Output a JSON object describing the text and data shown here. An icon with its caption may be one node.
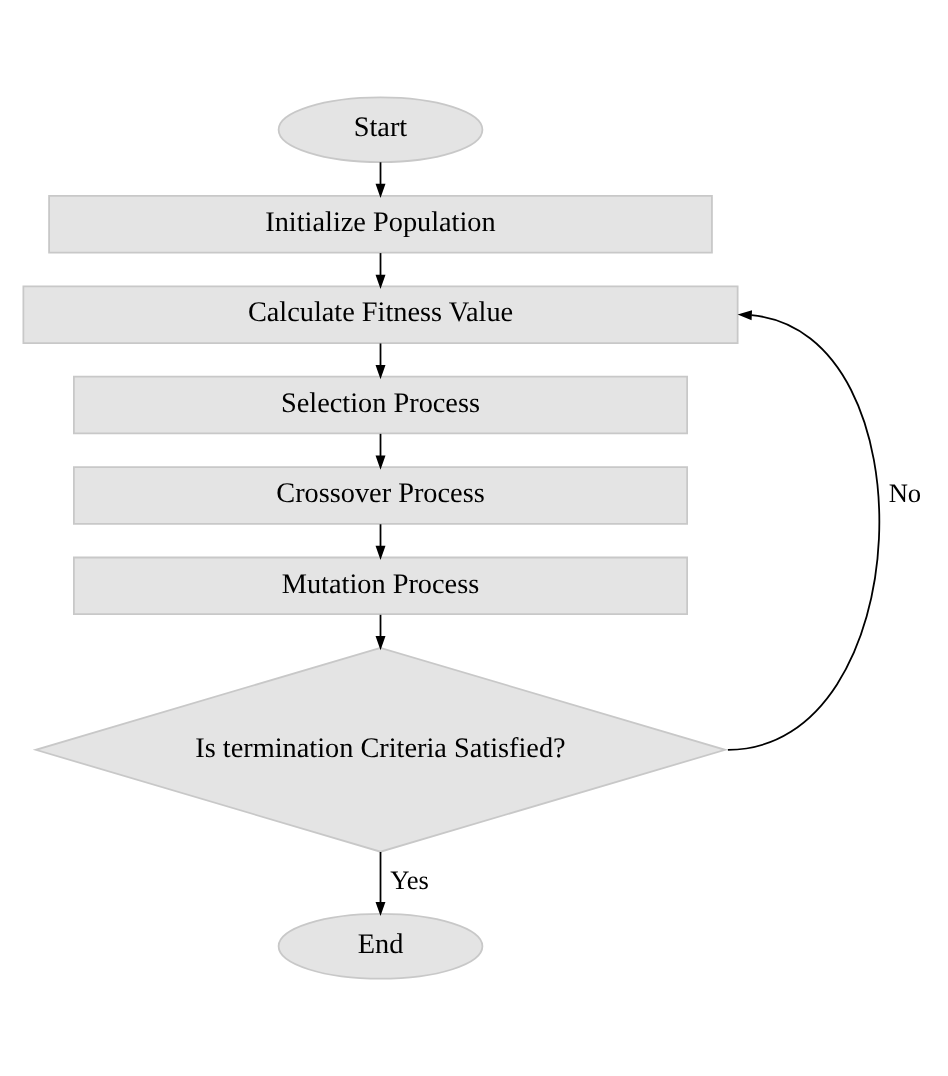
{
  "diagram": {
    "nodes": [
      {
        "text": [
          "Start"
        ]
      },
      {
        "text": [
          "Initialize Population"
        ]
      },
      {
        "text": [
          "Calculate Fitness Value"
        ]
      },
      {
        "text": [
          "Selection Process"
        ]
      },
      {
        "text": [
          "Crossover Process"
        ]
      },
      {
        "text": [
          "Mutation Process"
        ]
      },
      {
        "text": [
          "Is termination Criteria Satisfied?"
        ]
      },
      {
        "text": [
          "End"
        ]
      }
    ],
    "edges": [
      {
        "from": 0,
        "to": 1,
        "arrow": "to"
      },
      {
        "from": 1,
        "to": 2,
        "arrow": "to"
      },
      {
        "from": 2,
        "to": 3,
        "arrow": "to"
      },
      {
        "from": 3,
        "to": 4,
        "arrow": "to"
      },
      {
        "from": 4,
        "to": 5,
        "arrow": "to"
      },
      {
        "from": 5,
        "to": 6,
        "arrow": "to"
      },
      {
        "from": 6,
        "to": 2,
        "arrow": "to",
        "label": "No"
      },
      {
        "from": 6,
        "to": 7,
        "arrow": "to",
        "label": "Yes"
      }
    ]
  }
}
